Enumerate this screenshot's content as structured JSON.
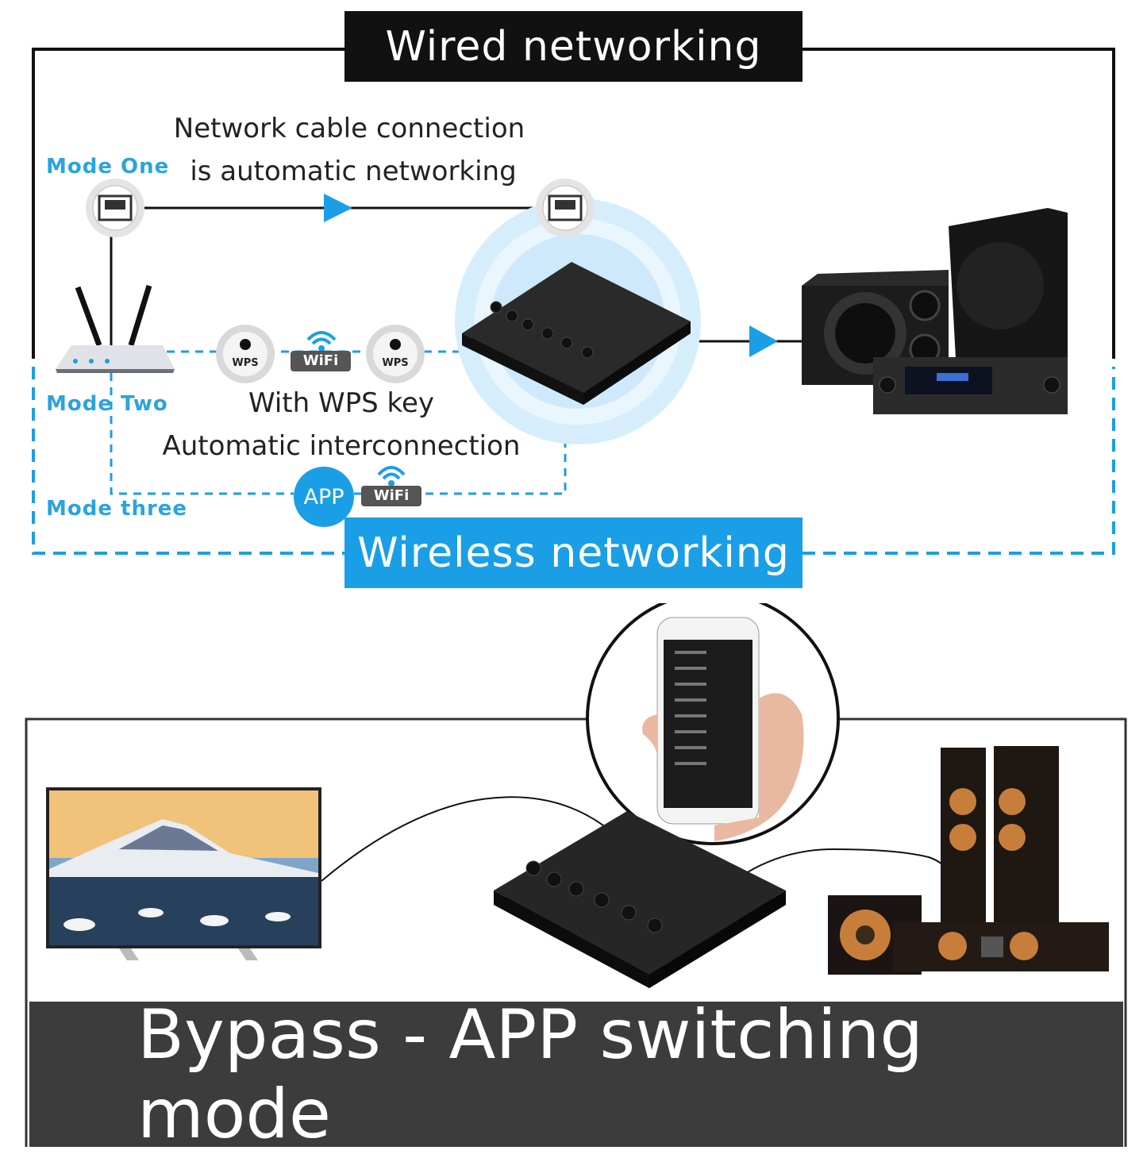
{
  "top_section": {
    "wired_title": "Wired networking",
    "wireless_title": "Wireless networking",
    "mode_one_label": "Mode One",
    "mode_two_label": "Mode Two",
    "mode_three_label": "Mode three",
    "cable_text_line1": "Network cable connection",
    "cable_text_line2": "is automatic networking",
    "wps_text_line1": "With WPS key",
    "wps_text_line2": "Automatic interconnection",
    "wps_button_label": "WPS",
    "wifi_label": "WiFi",
    "app_label": "APP",
    "accent_color": "#1a9fe6"
  },
  "bottom_section": {
    "banner_text": "Bypass - APP switching mode"
  }
}
